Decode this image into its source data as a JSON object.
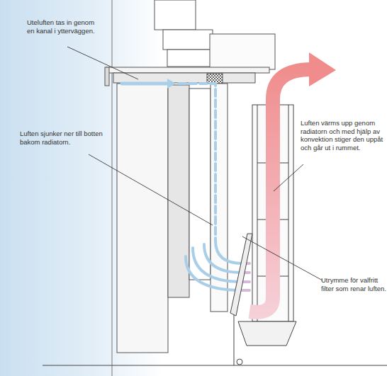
{
  "diagram": {
    "labels": [
      "Uteluften tas in genom en kanal i ytterväggen.",
      "Luften sjunker ner till botten bakom radiatorn.",
      "Luften värms upp genom radiatorn och med hjälp av konvektion stiger den uppåt och går ut i rummet.",
      "Utrymme för valfritt filter som renar luften."
    ]
  }
}
